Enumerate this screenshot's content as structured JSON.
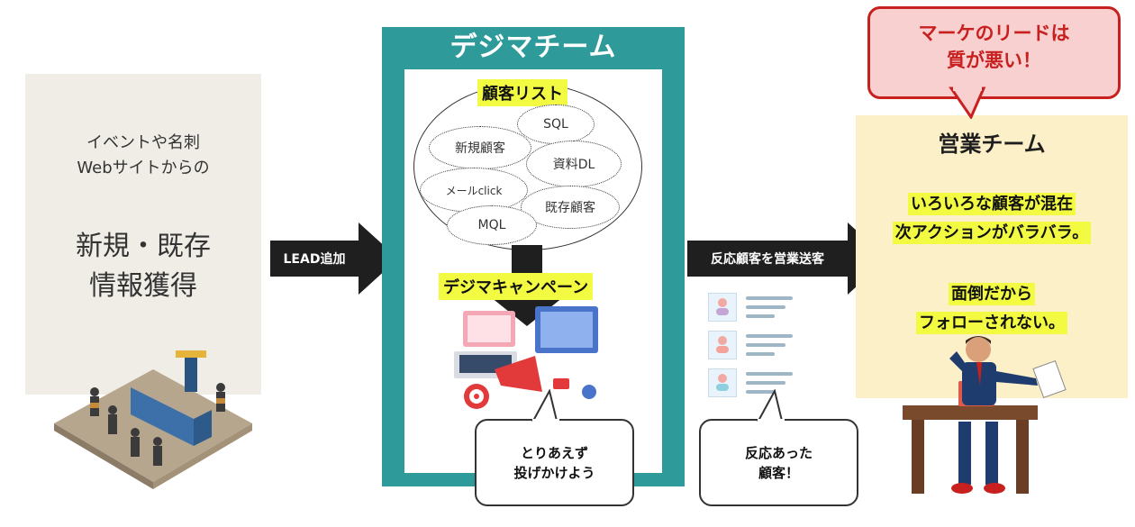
{
  "left": {
    "line1": "イベントや名刺",
    "line2": "Webサイトからの",
    "big1": "新規・既存",
    "big2": "情報獲得"
  },
  "arrows": {
    "lead_label": "LEAD追加",
    "send_label": "反応顧客を営業送客"
  },
  "digima": {
    "title": "デジマチーム",
    "customer_list_label": "顧客リスト",
    "segments": [
      "SQL",
      "新規顧客",
      "資料DL",
      "メールclick",
      "既存顧客",
      "MQL"
    ],
    "campaign_label": "デジマキャンペーン",
    "bubble_line1": "とりあえず",
    "bubble_line2": "投げかけよう"
  },
  "contacts_bubble": {
    "line1": "反応あった",
    "line2": "顧客！"
  },
  "sales": {
    "title": "営業チーム",
    "line1": "いろいろな顧客が混在",
    "line2": "次アクションがバラバラ。",
    "line3": "面倒だから",
    "line4": "フォローされない。"
  },
  "callout": {
    "line1": "マーケのリードは",
    "line2": "質が悪い！"
  },
  "colors": {
    "teal": "#2e9a9a",
    "highlight": "#f2fb42",
    "callout_red": "#c8201f",
    "sales_bg": "#fcf0c8"
  }
}
